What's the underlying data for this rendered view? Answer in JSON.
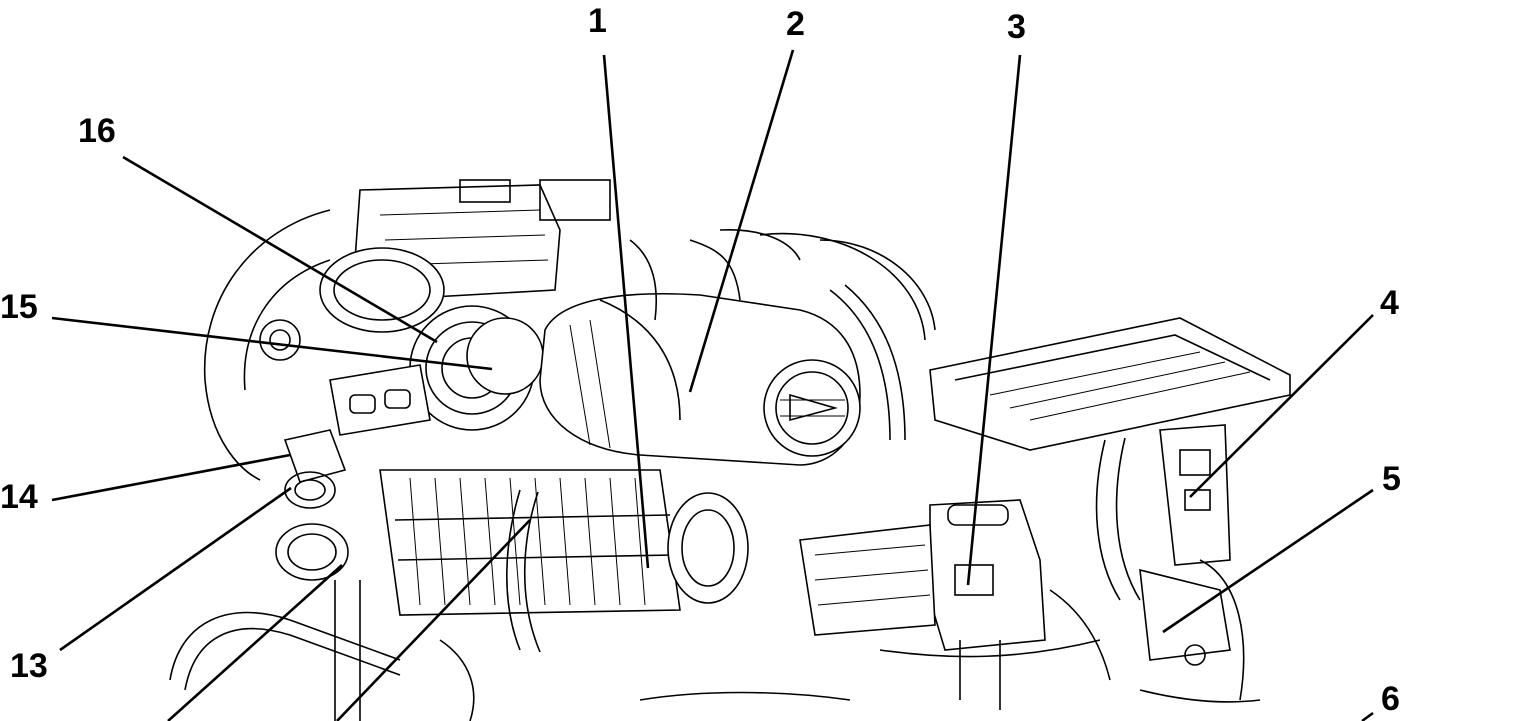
{
  "callouts": [
    {
      "id": "1",
      "label": "1"
    },
    {
      "id": "2",
      "label": "2"
    },
    {
      "id": "3",
      "label": "3"
    },
    {
      "id": "4",
      "label": "4"
    },
    {
      "id": "5",
      "label": "5"
    },
    {
      "id": "6",
      "label": "6"
    },
    {
      "id": "13",
      "label": "13"
    },
    {
      "id": "14",
      "label": "14"
    },
    {
      "id": "15",
      "label": "15"
    },
    {
      "id": "16",
      "label": "16"
    }
  ],
  "colors": {
    "ink": "#000000",
    "paper": "#ffffff"
  }
}
